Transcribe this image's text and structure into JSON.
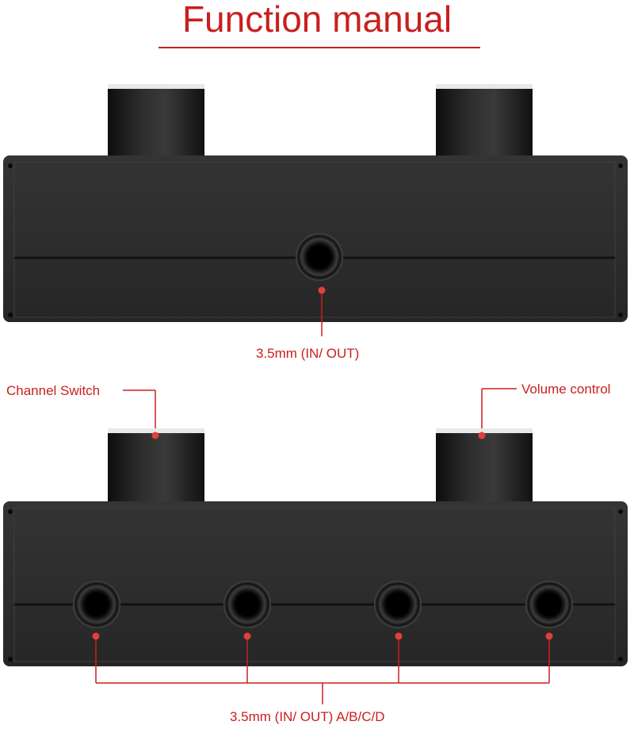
{
  "title": "Function manual",
  "colors": {
    "accent_red": "#c8201e",
    "device_body": "#2b2b2b",
    "device_dark": "#1a1a1a",
    "background": "#ffffff"
  },
  "top_device": {
    "jack_label": "3.5mm (IN/ OUT)"
  },
  "bottom_device": {
    "channel_switch_label": "Channel Switch",
    "volume_control_label": "Volume control",
    "jacks_label": "3.5mm (IN/ OUT) A/B/C/D"
  }
}
